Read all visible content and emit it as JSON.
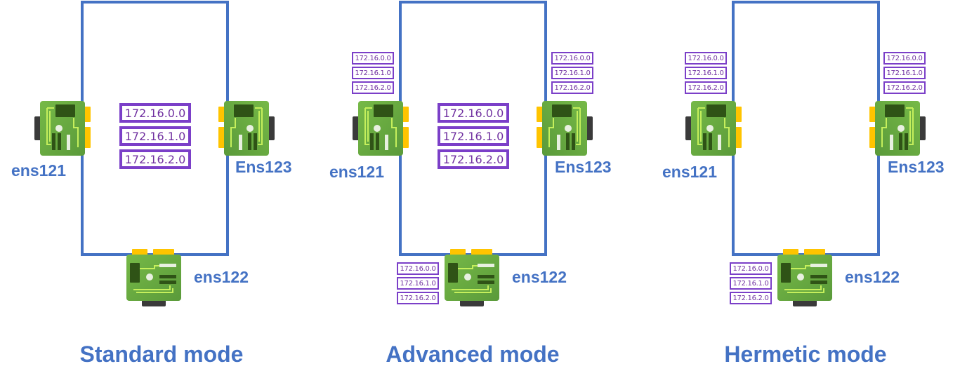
{
  "colors": {
    "ring": "#4472c4",
    "label": "#4472c4",
    "ip_border": "#7b3fc8",
    "ip_text": "#7030a0",
    "nic_green": "#6ab04c",
    "nic_dark": "#2f5316",
    "nic_trace": "#c5ef5c",
    "nic_gold": "#ffc400",
    "nic_port": "#3a3a3a"
  },
  "panels": [
    {
      "title": "Standard mode",
      "nics": {
        "left": "ens121",
        "right": "Ens123",
        "bottom": "ens122"
      },
      "center_routes": [
        "172.16.0.0",
        "172.16.1.0",
        "172.16.2.0"
      ]
    },
    {
      "title": "Advanced mode",
      "nics": {
        "left": "ens121",
        "right": "Ens123",
        "bottom": "ens122"
      },
      "center_routes": [
        "172.16.0.0",
        "172.16.1.0",
        "172.16.2.0"
      ],
      "left_routes": [
        "172.16.0.0",
        "172.16.1.0",
        "172.16.2.0"
      ],
      "right_routes": [
        "172.16.0.0",
        "172.16.1.0",
        "172.16.2.0"
      ],
      "bottom_routes": [
        "172.16.0.0",
        "172.16.1.0",
        "172.16.2.0"
      ]
    },
    {
      "title": "Hermetic mode",
      "nics": {
        "left": "ens121",
        "right": "Ens123",
        "bottom": "ens122"
      },
      "left_routes": [
        "172.16.0.0",
        "172.16.1.0",
        "172.16.2.0"
      ],
      "right_routes": [
        "172.16.0.0",
        "172.16.1.0",
        "172.16.2.0"
      ],
      "bottom_routes": [
        "172.16.0.0",
        "172.16.1.0",
        "172.16.2.0"
      ]
    }
  ]
}
